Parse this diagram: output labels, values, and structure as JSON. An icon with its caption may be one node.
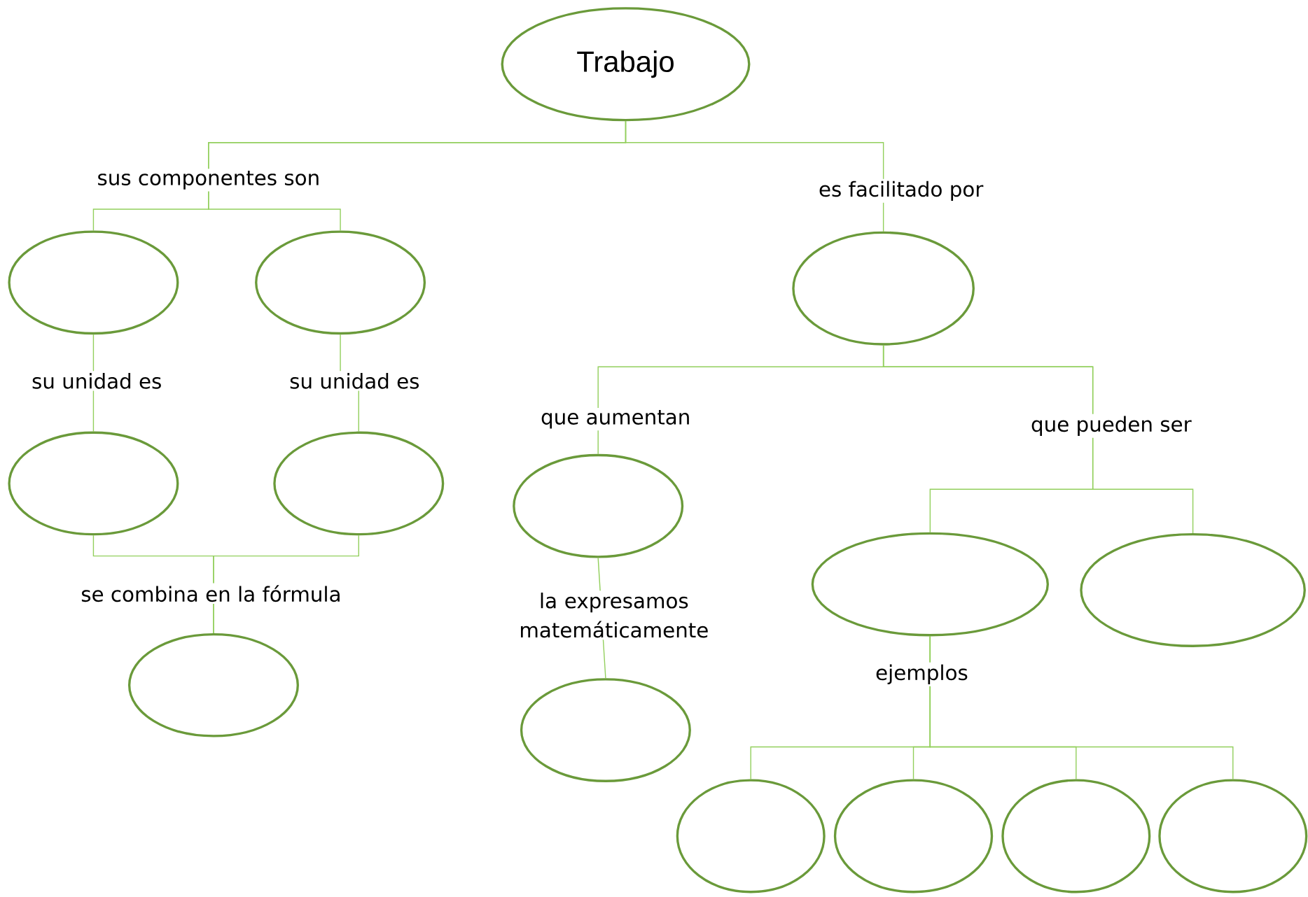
{
  "diagram": {
    "nodes": [
      {
        "text": [
          "Trabajo"
        ]
      },
      {
        "text": [],
        "shape": "ellipse"
      },
      {
        "text": [],
        "shape": "ellipse"
      },
      {
        "text": [],
        "shape": "ellipse"
      },
      {
        "text": [],
        "shape": "ellipse"
      },
      {
        "text": [],
        "shape": "ellipse"
      },
      {
        "text": [],
        "shape": "ellipse"
      },
      {
        "text": [],
        "shape": "ellipse"
      },
      {
        "text": [],
        "shape": "ellipse"
      },
      {
        "text": [],
        "shape": "ellipse"
      },
      {
        "text": [],
        "shape": "ellipse"
      },
      {
        "text": [],
        "shape": "ellipse"
      },
      {
        "text": [],
        "shape": "ellipse"
      },
      {
        "text": [],
        "shape": "ellipse"
      },
      {
        "text": [],
        "shape": "ellipse"
      }
    ],
    "edges": [
      {
        "from": 0,
        "to": 1,
        "arrow": "none",
        "label": "sus componentes son"
      },
      {
        "from": 0,
        "to": 2,
        "arrow": "none"
      },
      {
        "from": 0,
        "to": 3,
        "arrow": "none",
        "label": "es facilitado por"
      },
      {
        "from": 1,
        "to": 4,
        "arrow": "none",
        "label": "su unidad es"
      },
      {
        "from": 2,
        "to": 5,
        "arrow": "none",
        "label": "su unidad es"
      },
      {
        "from": 4,
        "to": 9,
        "arrow": "none",
        "label": "se combina en la fórmula"
      },
      {
        "from": 5,
        "to": 9,
        "arrow": "none"
      },
      {
        "from": 3,
        "to": 6,
        "arrow": "none",
        "label": "que aumentan"
      },
      {
        "from": 3,
        "to": 7,
        "arrow": "none",
        "label": "que pueden ser"
      },
      {
        "from": 3,
        "to": 8,
        "arrow": "none"
      },
      {
        "from": 6,
        "to": 10,
        "arrow": "none",
        "label": "la expresamos matemáticamente"
      },
      {
        "from": 7,
        "to": 11,
        "arrow": "none",
        "label": "ejemplos"
      },
      {
        "from": 7,
        "to": 12,
        "arrow": "none"
      },
      {
        "from": 7,
        "to": 13,
        "arrow": "none"
      },
      {
        "from": 7,
        "to": 14,
        "arrow": "none"
      }
    ]
  }
}
